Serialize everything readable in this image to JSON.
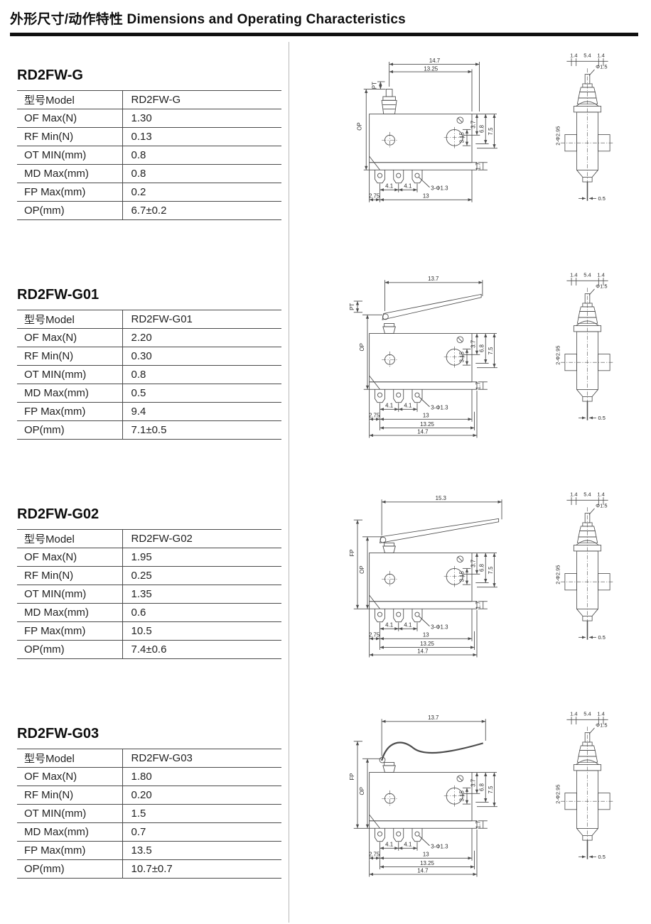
{
  "header": {
    "title": "外形尺寸/动作特性 Dimensions and Operating Characteristics"
  },
  "table_labels": [
    "型号Model",
    "OF Max(N)",
    "RF Min(N)",
    "OT MIN(mm)",
    "MD Max(mm)",
    "FP Max(mm)",
    "OP(mm)"
  ],
  "shared_dims": {
    "side": {
      "d_37": "3.7",
      "d_315": "3.15",
      "d_68": "6.8",
      "d_75": "7.5",
      "d_17": "1.7",
      "d_41a": "4.1",
      "d_41b": "4.1",
      "d_3phi13": "3-Φ1.3",
      "d_275": "2.75",
      "d_13": "13",
      "d_1325": "13.25",
      "d_147": "14.7"
    },
    "end": {
      "d_14a": "1.4",
      "d_54": "5.4",
      "d_14b": "1.4",
      "d_phi15": "Φ1.5",
      "d_2phi295": "2-Φ2.95",
      "d_05": "0.5"
    }
  },
  "sections": [
    {
      "title": "RD2FW-G",
      "values": [
        "RD2FW-G",
        "1.30",
        "0.13",
        "0.8",
        "0.8",
        "0.2",
        "6.7±0.2"
      ],
      "side": {
        "top1": "14.7",
        "top2": "13.25",
        "left1": "PT",
        "left2": "OP"
      }
    },
    {
      "title": "RD2FW-G01",
      "values": [
        "RD2FW-G01",
        "2.20",
        "0.30",
        "0.8",
        "0.5",
        "9.4",
        "7.1±0.5"
      ],
      "side": {
        "top1": "13.7",
        "left1": "PT",
        "left2": "OP"
      }
    },
    {
      "title": "RD2FW-G02",
      "values": [
        "RD2FW-G02",
        "1.95",
        "0.25",
        "1.35",
        "0.6",
        "10.5",
        "7.4±0.6"
      ],
      "side": {
        "top1": "15.3",
        "left1": "FP",
        "left2": "OP"
      }
    },
    {
      "title": "RD2FW-G03",
      "values": [
        "RD2FW-G03",
        "1.80",
        "0.20",
        "1.5",
        "0.7",
        "13.5",
        "10.7±0.7"
      ],
      "side": {
        "top1": "13.7",
        "left1": "FP",
        "left2": "OP"
      }
    }
  ]
}
